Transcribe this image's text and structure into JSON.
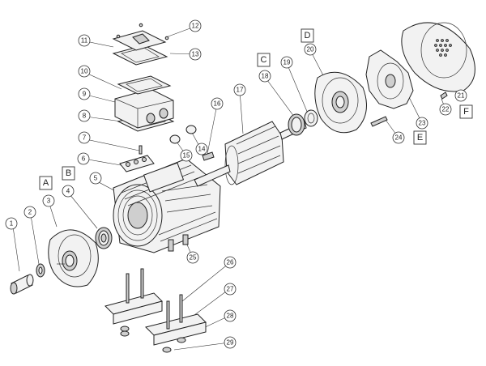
{
  "callouts": [
    {
      "id": "c1",
      "label": "1"
    },
    {
      "id": "c2",
      "label": "2"
    },
    {
      "id": "c3",
      "label": "3"
    },
    {
      "id": "c4",
      "label": "4"
    },
    {
      "id": "c5",
      "label": "5"
    },
    {
      "id": "c6",
      "label": "6"
    },
    {
      "id": "c7",
      "label": "7"
    },
    {
      "id": "c8",
      "label": "8"
    },
    {
      "id": "c9",
      "label": "9"
    },
    {
      "id": "c10",
      "label": "10"
    },
    {
      "id": "c11",
      "label": "11"
    },
    {
      "id": "c12",
      "label": "12"
    },
    {
      "id": "c13",
      "label": "13"
    },
    {
      "id": "c14",
      "label": "14"
    },
    {
      "id": "c15",
      "label": "15"
    },
    {
      "id": "c16",
      "label": "16"
    },
    {
      "id": "c17",
      "label": "17"
    },
    {
      "id": "c18",
      "label": "18"
    },
    {
      "id": "c19",
      "label": "19"
    },
    {
      "id": "c20",
      "label": "20"
    },
    {
      "id": "c21",
      "label": "21"
    },
    {
      "id": "c22",
      "label": "22"
    },
    {
      "id": "c23",
      "label": "23"
    },
    {
      "id": "c24",
      "label": "24"
    },
    {
      "id": "c25",
      "label": "25"
    },
    {
      "id": "c26",
      "label": "26"
    },
    {
      "id": "c27",
      "label": "27"
    },
    {
      "id": "c28",
      "label": "28"
    },
    {
      "id": "c29",
      "label": "29"
    }
  ],
  "letters": [
    {
      "id": "A",
      "label": "A"
    },
    {
      "id": "B",
      "label": "B"
    },
    {
      "id": "C",
      "label": "C"
    },
    {
      "id": "D",
      "label": "D"
    },
    {
      "id": "E",
      "label": "E"
    },
    {
      "id": "F",
      "label": "F"
    }
  ]
}
